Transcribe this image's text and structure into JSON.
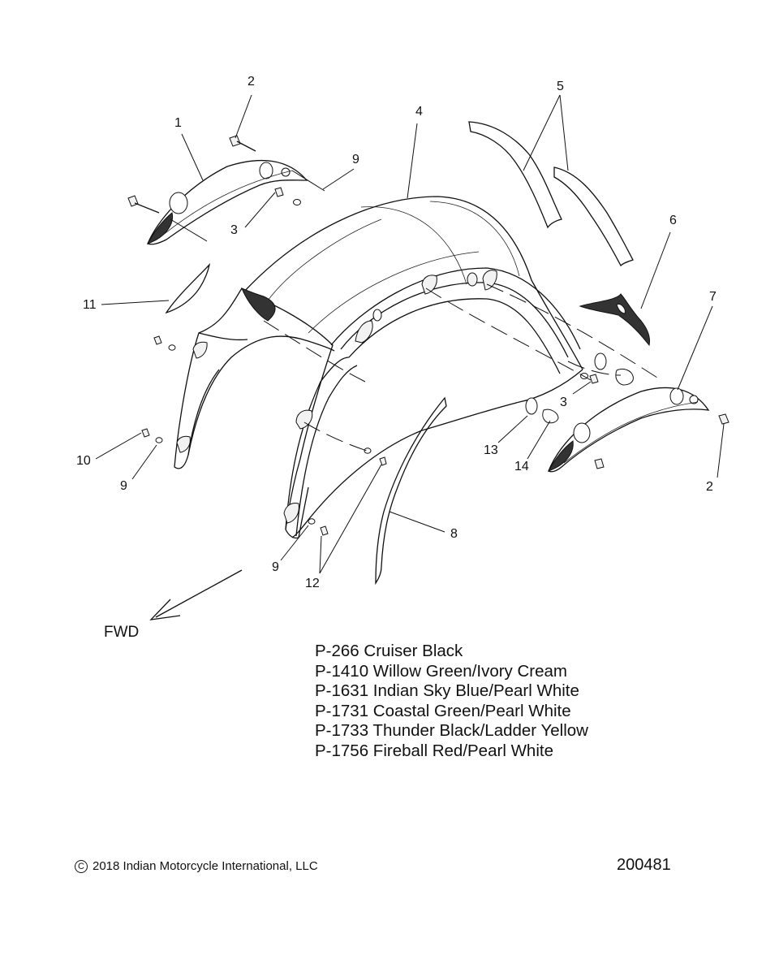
{
  "callouts": [
    {
      "id": "c1",
      "text": "1"
    },
    {
      "id": "c2a",
      "text": "2"
    },
    {
      "id": "c2b",
      "text": "2"
    },
    {
      "id": "c3a",
      "text": "3"
    },
    {
      "id": "c3b",
      "text": "3"
    },
    {
      "id": "c4",
      "text": "4"
    },
    {
      "id": "c5",
      "text": "5"
    },
    {
      "id": "c6",
      "text": "6"
    },
    {
      "id": "c7",
      "text": "7"
    },
    {
      "id": "c8",
      "text": "8"
    },
    {
      "id": "c9a",
      "text": "9"
    },
    {
      "id": "c9b",
      "text": "9"
    },
    {
      "id": "c9c",
      "text": "9"
    },
    {
      "id": "c10",
      "text": "10"
    },
    {
      "id": "c11",
      "text": "11"
    },
    {
      "id": "c12",
      "text": "12"
    },
    {
      "id": "c13",
      "text": "13"
    },
    {
      "id": "c14",
      "text": "14"
    }
  ],
  "direction_label": "FWD",
  "paint_codes": [
    "P-266  Cruiser Black",
    "P-1410 Willow Green/Ivory Cream",
    "P-1631 Indian Sky Blue/Pearl White",
    "P-1731 Coastal Green/Pearl White",
    "P-1733 Thunder Black/Ladder Yellow",
    "P-1756 Fireball Red/Pearl White"
  ],
  "copyright_mark": "C",
  "copyright_text": "2018 Indian Motorcycle International, LLC",
  "document_number": "200481"
}
